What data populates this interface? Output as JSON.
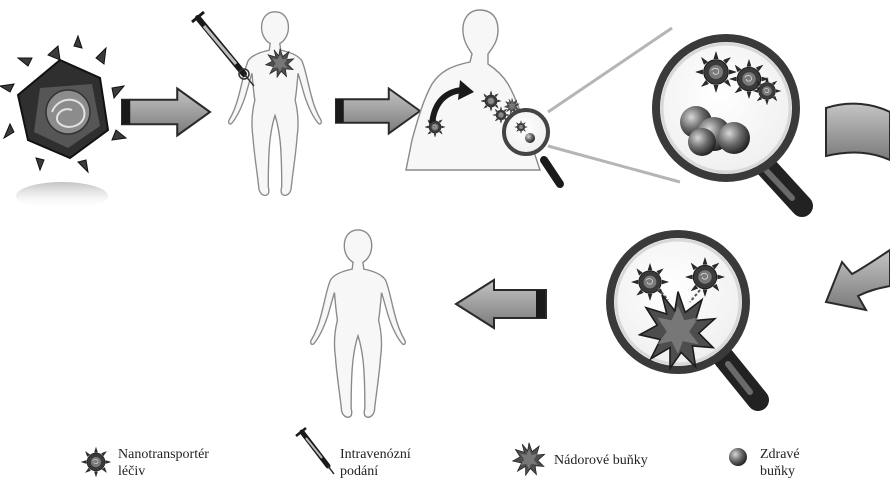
{
  "legend": {
    "nanocarrier": "Nanotransportér\nléčiv",
    "iv_admin": "Intravenózní\npodání",
    "tumor_cells": "Nádorové buňky",
    "healthy_cells": "Zdravé\nbuňky"
  },
  "icons": [
    "nanocarrier-icon",
    "syringe-icon",
    "tumor-cell-icon",
    "healthy-cell-icon",
    "body-icon",
    "magnifier-icon",
    "arrow-icon"
  ],
  "colors": {
    "arrow_fill": "#9a9a9a",
    "arrow_tail": "#1a1a1a",
    "body_fill": "#f7f7f7",
    "body_stroke": "#8a8a8a",
    "lens_rim": "#444444",
    "handle": "#2a2a2a"
  }
}
